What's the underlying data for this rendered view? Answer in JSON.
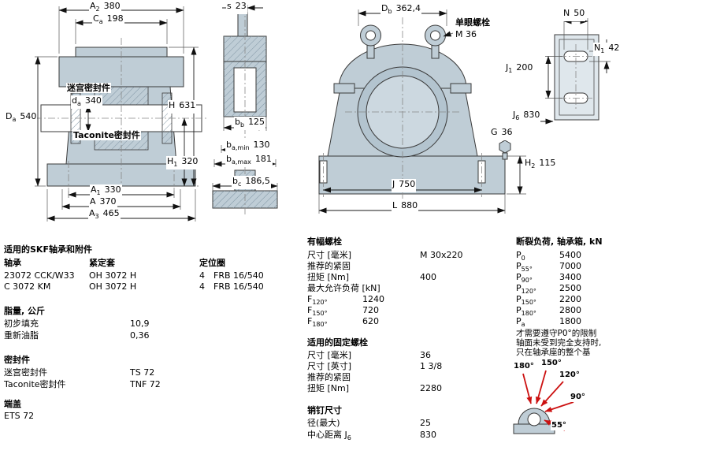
{
  "colors": {
    "metal": "#bfcdd6",
    "line": "#3a3a3a",
    "dim": "#1a1a1a",
    "red": "#cc1111"
  },
  "front_view": {
    "dims": {
      "A2": {
        "base": "A",
        "sub": "2",
        "value": "380"
      },
      "Ca": {
        "base": "C",
        "sub": "a",
        "value": "198"
      },
      "Da": {
        "base": "D",
        "sub": "a",
        "value": "540"
      },
      "da": {
        "base": "d",
        "sub": "a",
        "value": "340"
      },
      "H": {
        "base": "H",
        "sub": "",
        "value": "631"
      },
      "H1": {
        "base": "H",
        "sub": "1",
        "value": "320"
      },
      "A1": {
        "base": "A",
        "sub": "1",
        "value": "330"
      },
      "A": {
        "base": "A",
        "sub": "",
        "value": "370"
      },
      "A3": {
        "base": "A",
        "sub": "3",
        "value": "465"
      }
    },
    "labyrinth_seal_label": "迷宫密封件",
    "taconite_seal_label": "Taconite密封件"
  },
  "side_view": {
    "dims": {
      "s": {
        "base": "s",
        "sub": "",
        "value": "23"
      },
      "bb": {
        "base": "b",
        "sub": "b",
        "value": "125"
      },
      "ba_min": {
        "base": "b",
        "sub": "a,min",
        "value": "130"
      },
      "ba_max": {
        "base": "b",
        "sub": "a,max",
        "value": "181"
      },
      "bc": {
        "base": "b",
        "sub": "c",
        "value": "186,5"
      }
    }
  },
  "main_view": {
    "dims": {
      "Db": {
        "base": "D",
        "sub": "b",
        "value": "362,4"
      },
      "G": {
        "base": "G",
        "sub": "",
        "value": "36"
      },
      "H2": {
        "base": "H",
        "sub": "2",
        "value": "115"
      },
      "J": {
        "base": "J",
        "sub": "",
        "value": "750"
      },
      "L": {
        "base": "L",
        "sub": "",
        "value": "880"
      }
    },
    "eye_bolt_title": "单眼螺栓",
    "eye_bolt_size": "M 36"
  },
  "top_view": {
    "dims": {
      "N": {
        "base": "N",
        "sub": "",
        "value": "50"
      },
      "N1": {
        "base": "N",
        "sub": "1",
        "value": "42"
      },
      "J1": {
        "base": "J",
        "sub": "1",
        "value": "200"
      },
      "J6": {
        "base": "J",
        "sub": "6",
        "value": "830"
      }
    }
  },
  "bearing_section": {
    "title": "适用的SKF轴承和附件",
    "col_bearing": "轴承",
    "col_sleeve": "紧定套",
    "col_ring": "定位圈",
    "rows": [
      {
        "bearing": "23072 CCK/W33",
        "sleeve": "OH 3072 H",
        "qty": "4",
        "ring": "FRB 16/540"
      },
      {
        "bearing": "C 3072 KM",
        "sleeve": "OH 3072 H",
        "qty": "4",
        "ring": "FRB 16/540"
      }
    ]
  },
  "grease_section": {
    "title": "脂量, 公斤",
    "rows": [
      {
        "label": "初步填充",
        "value": "10,9"
      },
      {
        "label": "重新油脂",
        "value": "0,36"
      }
    ]
  },
  "seal_section": {
    "title": "密封件",
    "rows": [
      {
        "label": "迷宫密封件",
        "value": "TS 72"
      },
      {
        "label": "Taconite密封件",
        "value": "TNF 72"
      }
    ]
  },
  "end_cover_section": {
    "title": "端盖",
    "value": "ETS 72"
  },
  "cap_bolt_section": {
    "title": "有幅螺栓",
    "size_label": "尺寸 [毫米]",
    "size_value": "M 30x220",
    "tighten_label": "推荐的紧固",
    "torque_label": "扭矩 [Nm]",
    "torque_value": "400",
    "max_load_label": "最大允许负荷 [kN]",
    "f_loads": [
      {
        "base": "F",
        "sub": "120°",
        "value": "1240"
      },
      {
        "base": "F",
        "sub": "150°",
        "value": "720"
      },
      {
        "base": "F",
        "sub": "180°",
        "value": "620"
      }
    ]
  },
  "fixing_bolt_section": {
    "title": "适用的固定螺栓",
    "size_mm_label": "尺寸 [毫米]",
    "size_mm_value": "36",
    "size_in_label": "尺寸 [英寸]",
    "size_in_value": "1 3/8",
    "tighten_label": "推荐的紧固",
    "torque_label": "扭矩 [Nm]",
    "torque_value": "2280"
  },
  "pin_section": {
    "title": "销钉尺寸",
    "dia_label": "径(最大)",
    "dia_value": "25",
    "dist_label": "中心距离 J",
    "dist_sub": "6",
    "dist_value": "830"
  },
  "breaking_load_section": {
    "title": "断裂负荷, 轴承箱, kN",
    "rows": [
      {
        "base": "P",
        "sub": "0",
        "value": "5400"
      },
      {
        "base": "P",
        "sub": "55°",
        "value": "7000"
      },
      {
        "base": "P",
        "sub": "90°",
        "value": "3400"
      },
      {
        "base": "P",
        "sub": "120°",
        "value": "2500"
      },
      {
        "base": "P",
        "sub": "150°",
        "value": "2200"
      },
      {
        "base": "P",
        "sub": "180°",
        "value": "2800"
      },
      {
        "base": "P",
        "sub": "a",
        "value": "1800"
      }
    ],
    "note_lines": [
      "才需要遵守P0°的限制",
      "轴面未受到完全支持时,",
      "只在轴承座的整个基"
    ],
    "angles": [
      "180°",
      "150°",
      "120°",
      "90°",
      "55°"
    ]
  }
}
